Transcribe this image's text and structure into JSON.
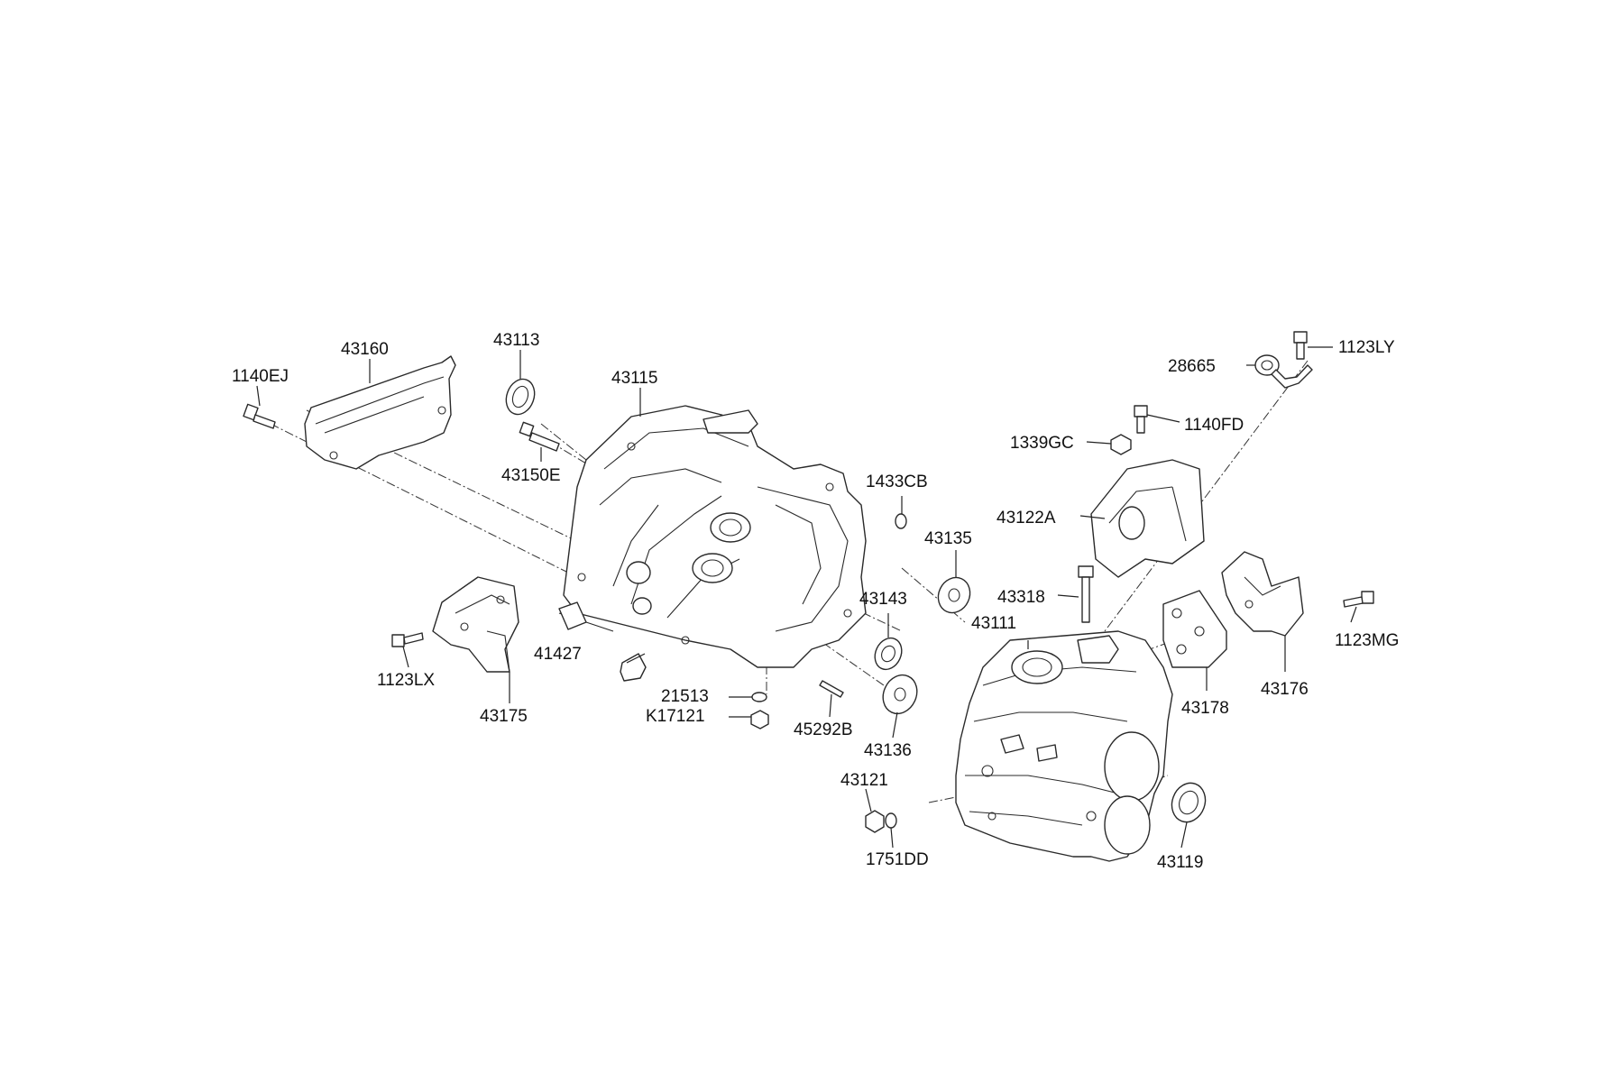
{
  "labels": {
    "l1140EJ": "1140EJ",
    "l43160": "43160",
    "l43113": "43113",
    "l43115": "43115",
    "l43150E": "43150E",
    "l1433CB": "1433CB",
    "l43135": "43135",
    "l43143": "43143",
    "l41427": "41427",
    "l21513": "21513",
    "lK17121": "K17121",
    "l45292B": "45292B",
    "l43136": "43136",
    "l1123LX": "1123LX",
    "l43175": "43175",
    "l1123LY": "1123LY",
    "l28665": "28665",
    "l1140FD": "1140FD",
    "l1339GC": "1339GC",
    "l43122A": "43122A",
    "l43318": "43318",
    "l43111": "43111",
    "l1123MG": "1123MG",
    "l43176": "43176",
    "l43178": "43178",
    "l43121": "43121",
    "l1751DD": "1751DD",
    "l43119": "43119"
  }
}
